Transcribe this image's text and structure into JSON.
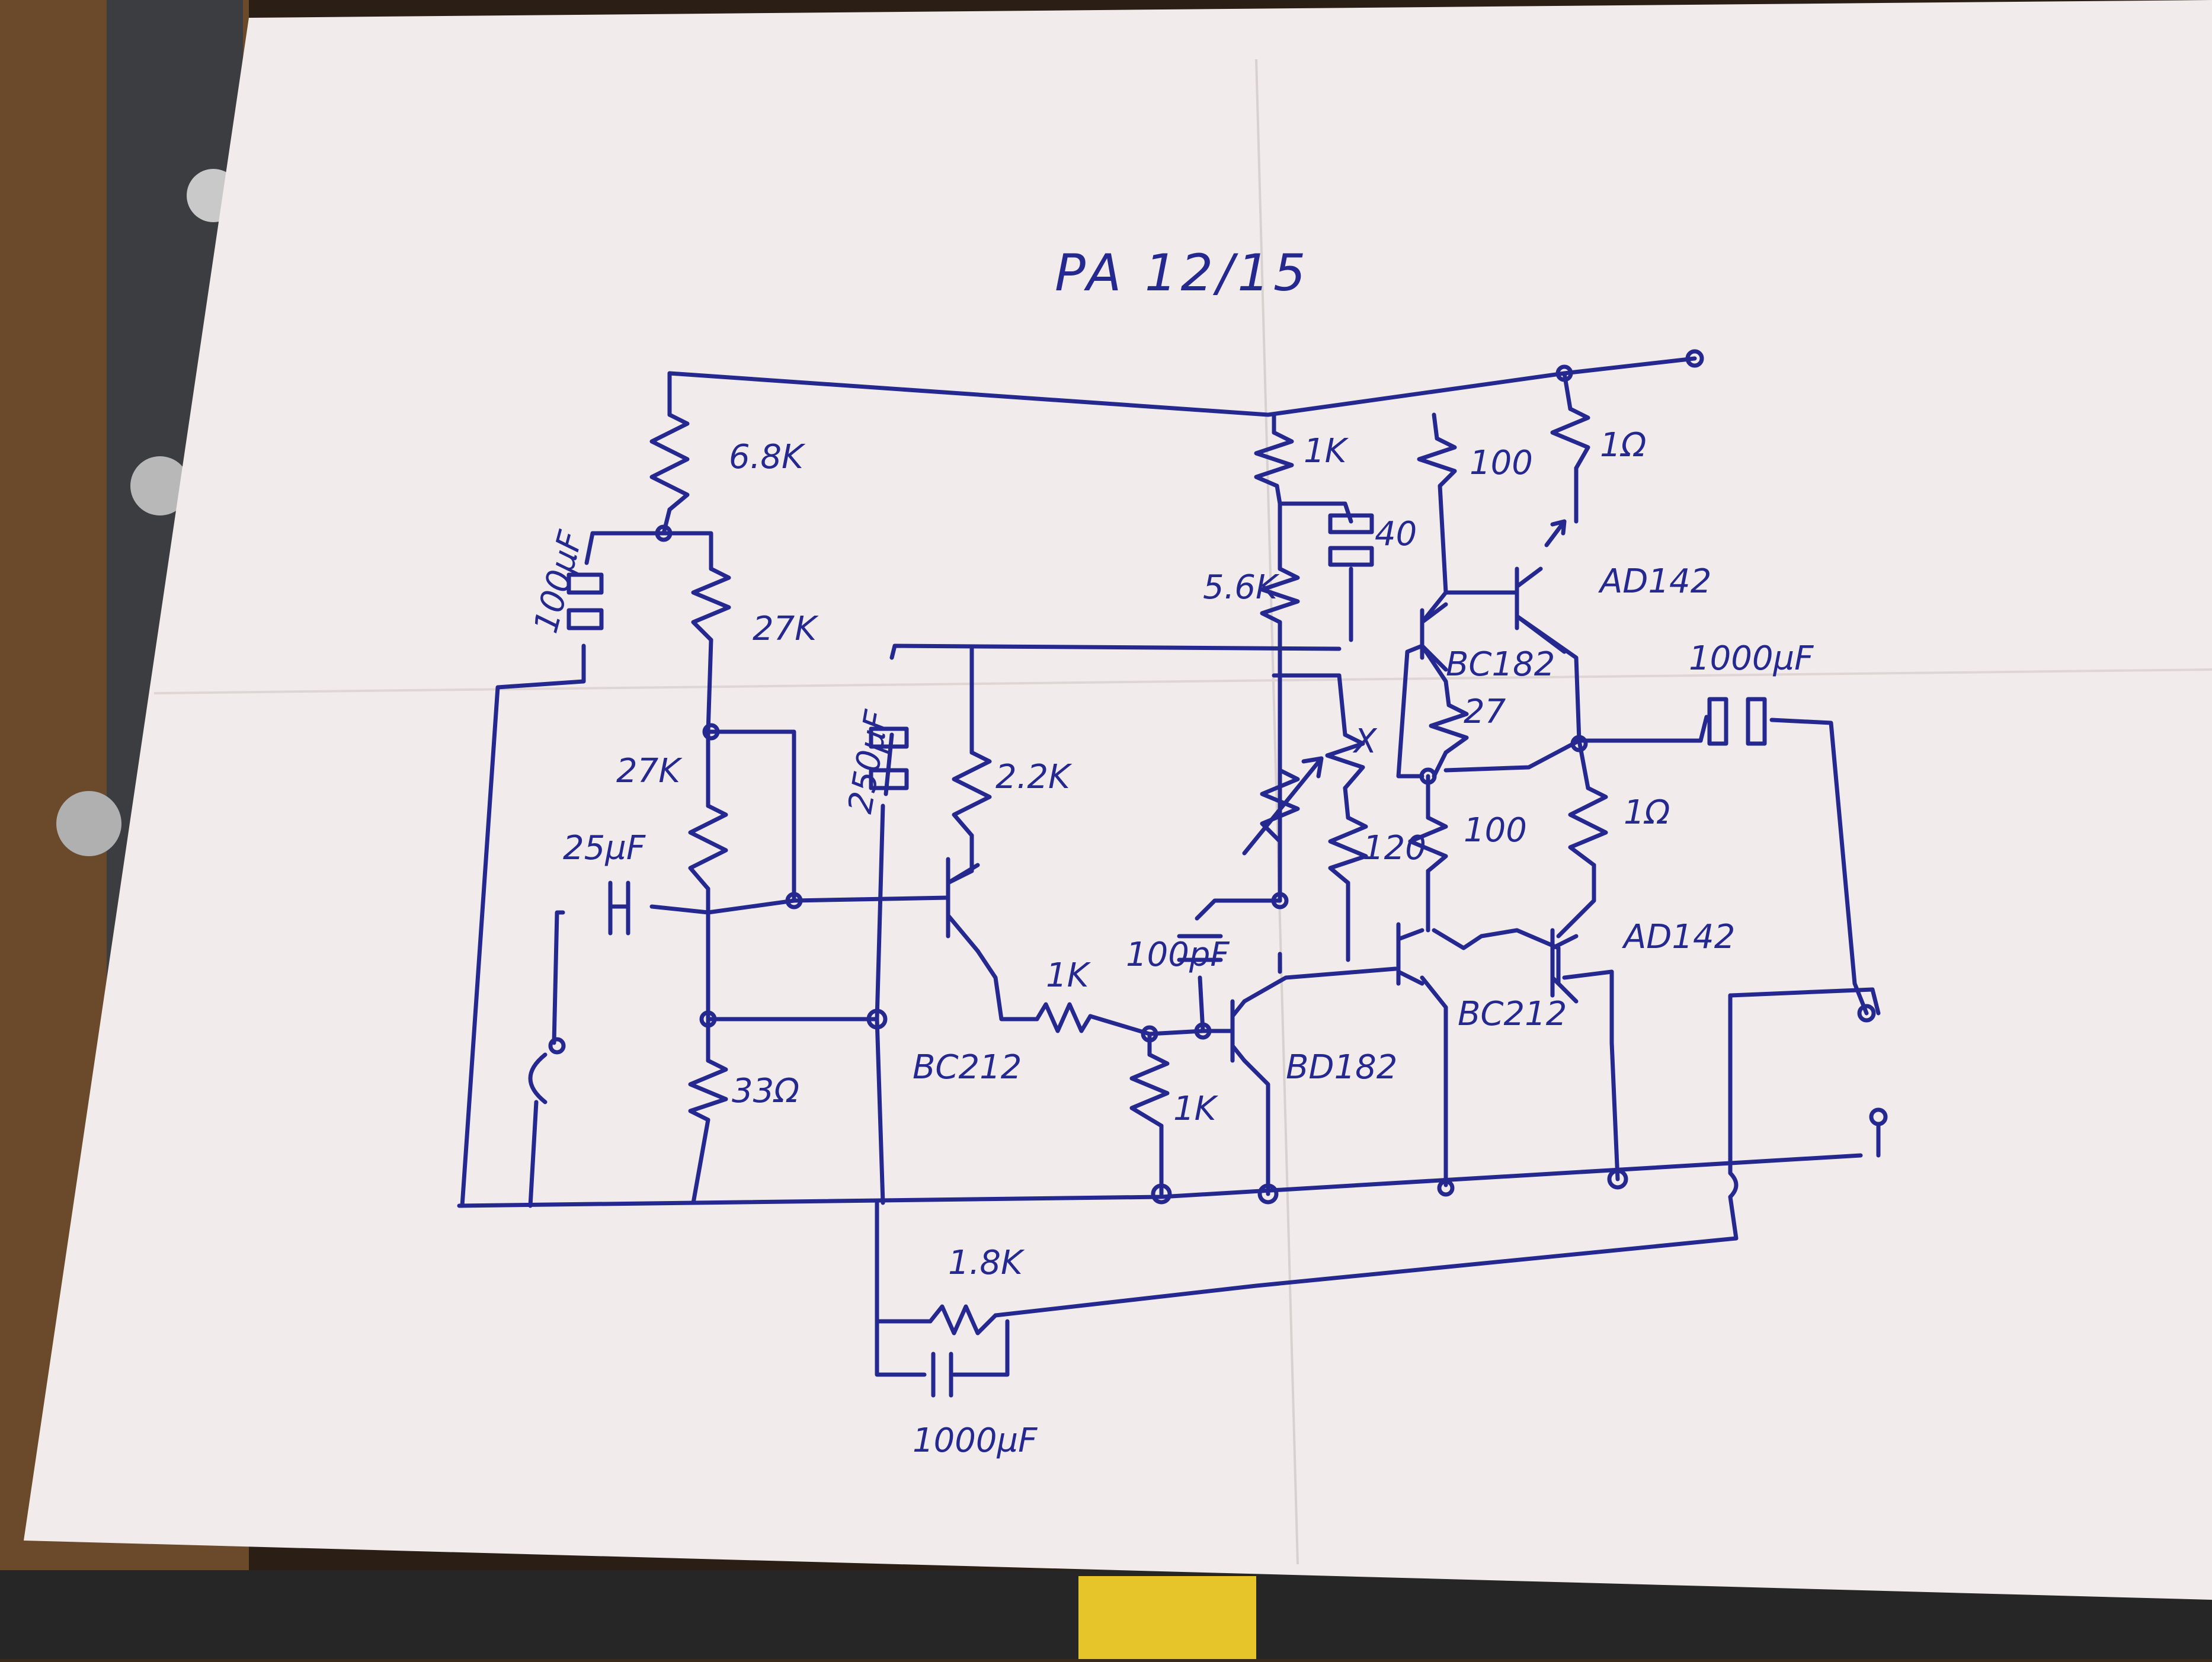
{
  "title": "PA 12/15",
  "labels": {
    "r_6k8": "6.8K",
    "c_100uf_in": "100µF",
    "r_27k_a": "27K",
    "r_27k_b": "27K",
    "c_25uf": "25µF",
    "c_250uf": "250µF",
    "r_2k2": "2.2K",
    "r_1k_series": "1K",
    "r_1k_base": "1K",
    "r_33": "33Ω",
    "r_1k_top": "1K",
    "c_40": "40",
    "r_5k6": "5.6K",
    "r_100_top": "100",
    "r_1ohm_top": "1Ω",
    "r_x": "X",
    "r_120": "120",
    "r_27": "27",
    "r_100_mid": "100",
    "r_1ohm_bot": "1Ω",
    "c_100pf": "100pF",
    "c_1000uf_out": "1000µF",
    "r_1k8": "1.8K",
    "c_1000uf_fb": "1000µF",
    "q_bc212_in": "BC212",
    "q_bd182_drv": "BD182",
    "q_bc182_top": "BC182",
    "q_ad142_top": "AD142",
    "q_bc212_bot": "BC212",
    "q_ad142_bot": "AD142"
  },
  "colors": {
    "ink": "#25288f",
    "paper": "#f1eceb",
    "wood": "#6b4a2b",
    "metal": "#3c3d40"
  }
}
